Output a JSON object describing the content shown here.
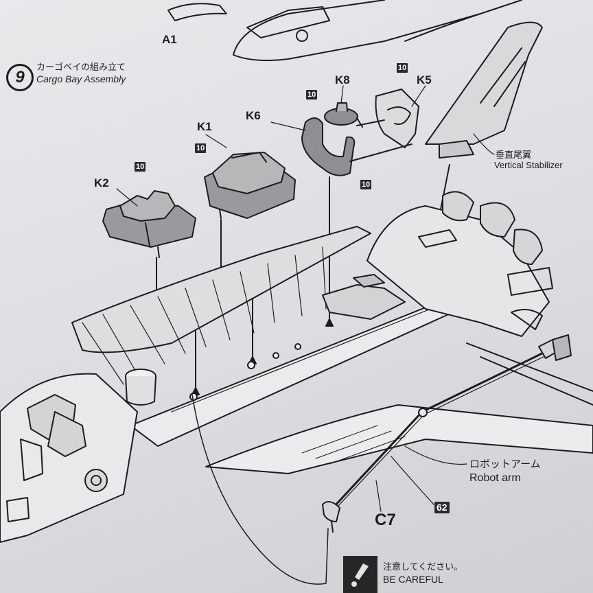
{
  "step": {
    "number": "9",
    "title_jp": "カーゴベイの組み立て",
    "title_en": "Cargo Bay Assembly"
  },
  "parts": {
    "a1": "A1",
    "k1": "K1",
    "k2": "K2",
    "k5": "K5",
    "k6": "K6",
    "k8": "K8",
    "c7": "C7"
  },
  "paint_badges": {
    "k2_color": "10",
    "k1_color": "10",
    "k6_color": "10",
    "k8_color": "10",
    "k5_color": "10",
    "robot_arm_color": "62"
  },
  "callouts": {
    "vertical_stabilizer_jp": "垂直尾翼",
    "vertical_stabilizer_en": "Vertical Stabilizer",
    "robot_arm_jp": "ロボットアーム",
    "robot_arm_en": "Robot arm"
  },
  "caution": {
    "text_jp": "注意してください。",
    "text_en": "BE CAREFUL",
    "icon": "caution-exclamation-icon"
  },
  "colors": {
    "paper": "#e3e3e6",
    "ink": "#1c1c1c",
    "part_fill": "#9a9a9e",
    "badge": "#2a2a2a"
  }
}
